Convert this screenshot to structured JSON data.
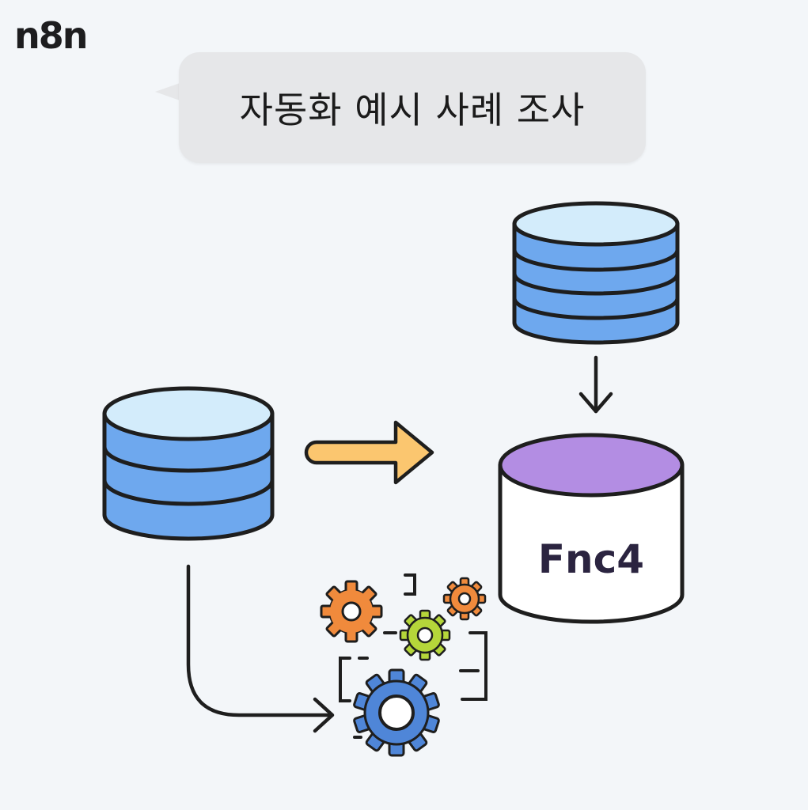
{
  "logo": {
    "text": "n8n"
  },
  "bubble": {
    "text": "자동화 예시 사례 조사"
  },
  "target_db": {
    "label": "Fnc4"
  },
  "icons": {
    "source_db": "database-icon",
    "top_db": "database-icon",
    "target_db": "cylinder-icon",
    "gears": "gears-icon",
    "arrow_right": "arrow-right-icon",
    "arrow_down": "arrow-down-icon",
    "arrow_curved": "arrow-curved-icon"
  },
  "colors": {
    "db_blue": "#6ea8ee",
    "db_top": "#d3ecfb",
    "target_top": "#b38de3",
    "arrow_yellow": "#fbc66f",
    "gear_orange": "#f08a3c",
    "gear_yellow_green": "#b5d63a",
    "gear_blue": "#4f86d8",
    "outline": "#1e1e1e"
  }
}
